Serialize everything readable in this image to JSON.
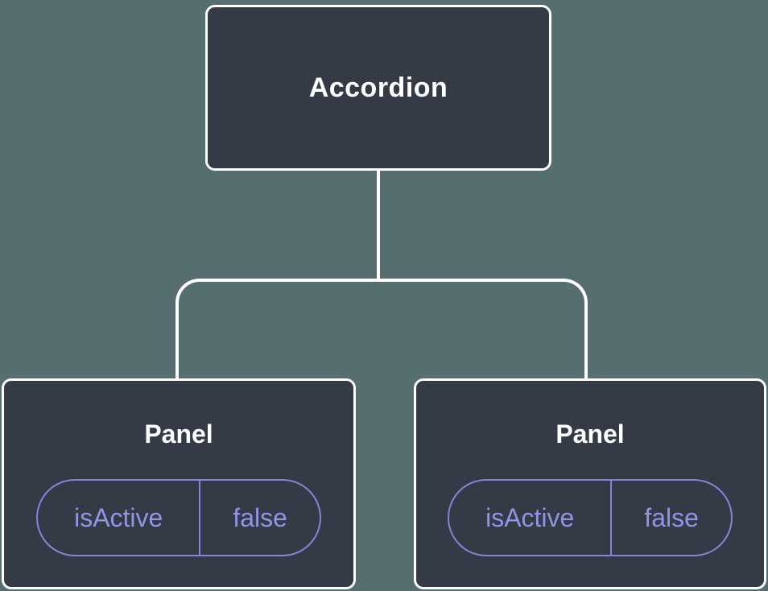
{
  "colors": {
    "background": "#566e70",
    "node_fill": "#343a46",
    "node_border": "#ffffff",
    "node_text": "#ffffff",
    "connector": "#ffffff",
    "prop_border": "#8286d6",
    "prop_text": "#9095e8"
  },
  "tree": {
    "root": {
      "label": "Accordion"
    },
    "children": [
      {
        "label": "Panel",
        "prop_name": "isActive",
        "prop_value": "false"
      },
      {
        "label": "Panel",
        "prop_name": "isActive",
        "prop_value": "false"
      }
    ]
  }
}
